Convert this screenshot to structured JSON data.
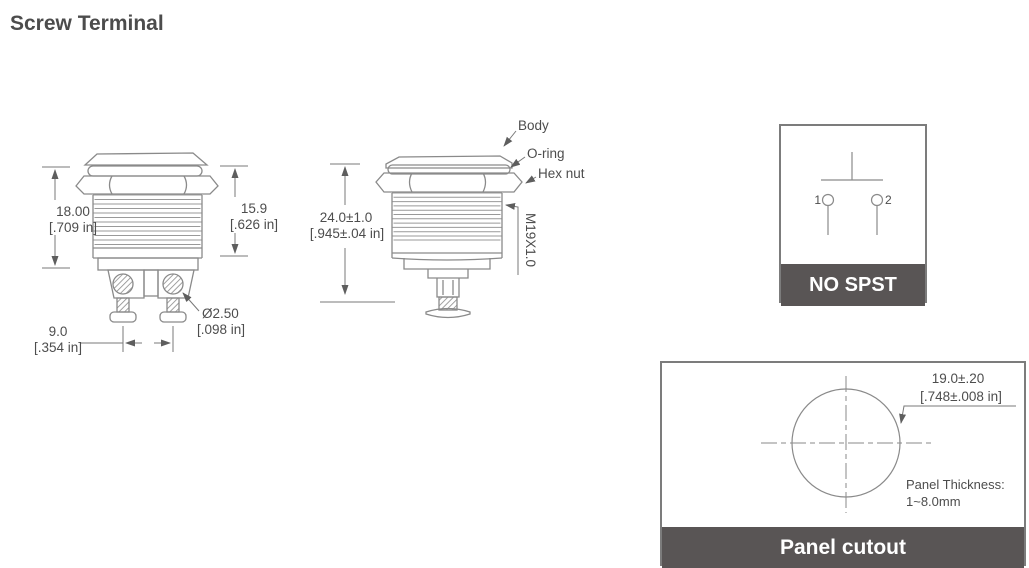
{
  "page": {
    "title": "Screw Terminal"
  },
  "colors": {
    "line": "#8a8a8a",
    "dim_text": "#4d4d4d",
    "band_bg": "#595555",
    "band_text": "#ffffff",
    "box_border": "#7c7c7c"
  },
  "side_view": {
    "dim_height_mm": "18.00",
    "dim_height_in": "[.709 in]",
    "dim_upper_mm": "15.9",
    "dim_upper_in": "[.626 in]",
    "dim_spacing_mm": "9.0",
    "dim_spacing_in": "[.354 in]",
    "dim_terminal_mm": "Ø2.50",
    "dim_terminal_in": "[.098 in]"
  },
  "front_view": {
    "dim_total_mm": "24.0±1.0",
    "dim_total_in": "[.945±.04 in]",
    "thread_spec": "M19X1.0",
    "label_body": "Body",
    "label_oring": "O-ring",
    "label_hexnut": "Hex nut"
  },
  "circuit": {
    "terminal_1": "1",
    "terminal_2": "2",
    "caption": "NO SPST"
  },
  "panel_cutout": {
    "dim_mm": "19.0±.20",
    "dim_in": "[.748±.008 in]",
    "thickness_label": "Panel Thickness:",
    "thickness_value": "1~8.0mm",
    "caption": "Panel cutout"
  }
}
